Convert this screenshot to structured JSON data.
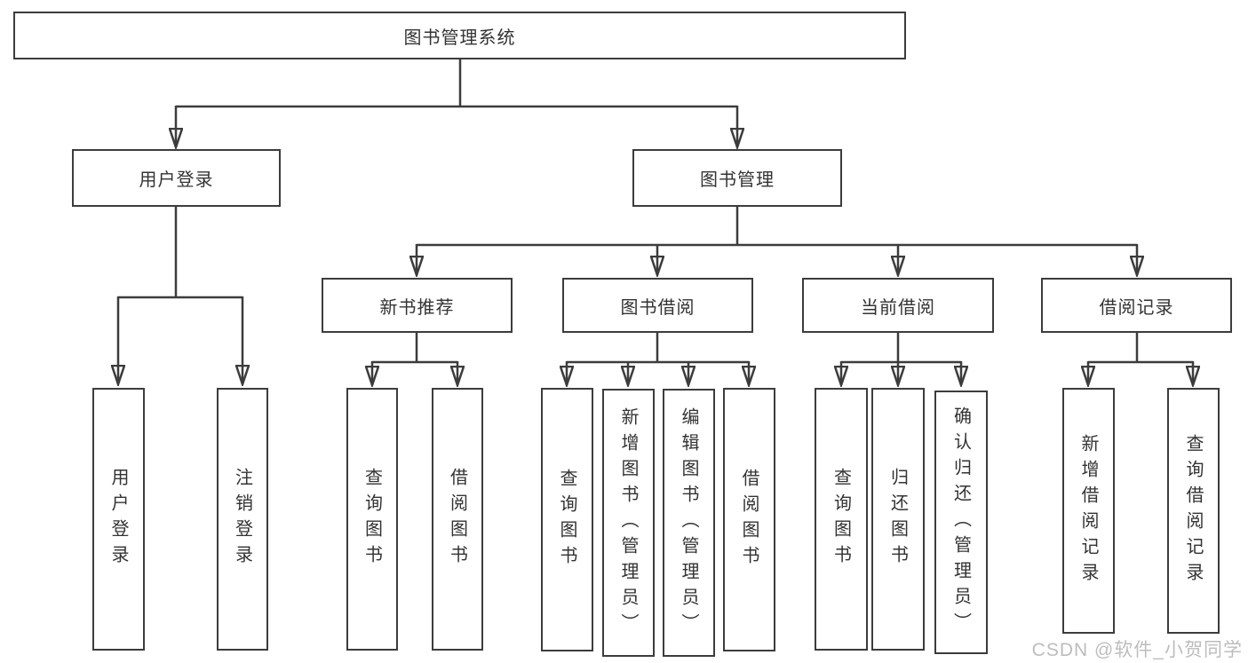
{
  "diagram": {
    "root": {
      "label": "图书管理系统"
    },
    "level2": [
      {
        "label": "用户登录"
      },
      {
        "label": "图书管理"
      }
    ],
    "level3": [
      {
        "label": "新书推荐"
      },
      {
        "label": "图书借阅"
      },
      {
        "label": "当前借阅"
      },
      {
        "label": "借阅记录"
      }
    ],
    "leaves": [
      {
        "label": "用户登录"
      },
      {
        "label": "注销登录"
      },
      {
        "label": "查询图书"
      },
      {
        "label": "借阅图书"
      },
      {
        "label": "查询图书"
      },
      {
        "label": "新增图书（管理员）"
      },
      {
        "label": "编辑图书（管理员）"
      },
      {
        "label": "借阅图书"
      },
      {
        "label": "查询图书"
      },
      {
        "label": "归还图书"
      },
      {
        "label": "确认归还（管理员）"
      },
      {
        "label": "新增借阅记录"
      },
      {
        "label": "查询借阅记录"
      }
    ]
  },
  "watermark": {
    "text": "CSDN @软件_小贺同学"
  },
  "colors": {
    "line": "#3c3c3c",
    "text": "#333333",
    "watermark": "#bdbdbd",
    "background": "#ffffff"
  }
}
